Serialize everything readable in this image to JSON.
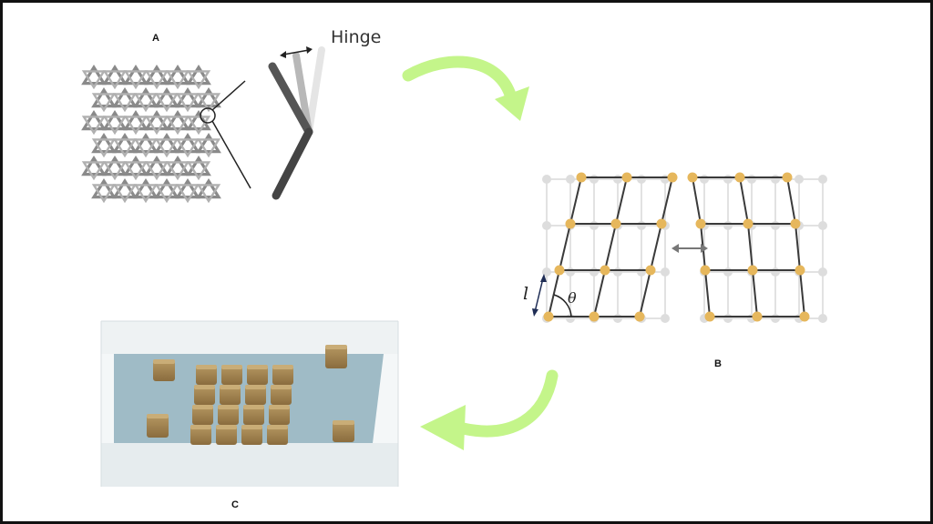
{
  "labels": {
    "panel_a": "A",
    "panel_b": "B",
    "panel_c": "C",
    "hinge": "Hinge",
    "length_symbol": "l",
    "angle_symbol": "θ"
  },
  "colors": {
    "arrow": "#c4f58a",
    "node": "#e6b75c",
    "lattice_line": "#3a3a3a",
    "ghost": "#d8d8d8",
    "block": "#a08452",
    "sheet": "#8fb0bd"
  },
  "icons": [
    "hinge-arrow-icon",
    "double-arrow-icon",
    "curved-arrow-icon"
  ]
}
